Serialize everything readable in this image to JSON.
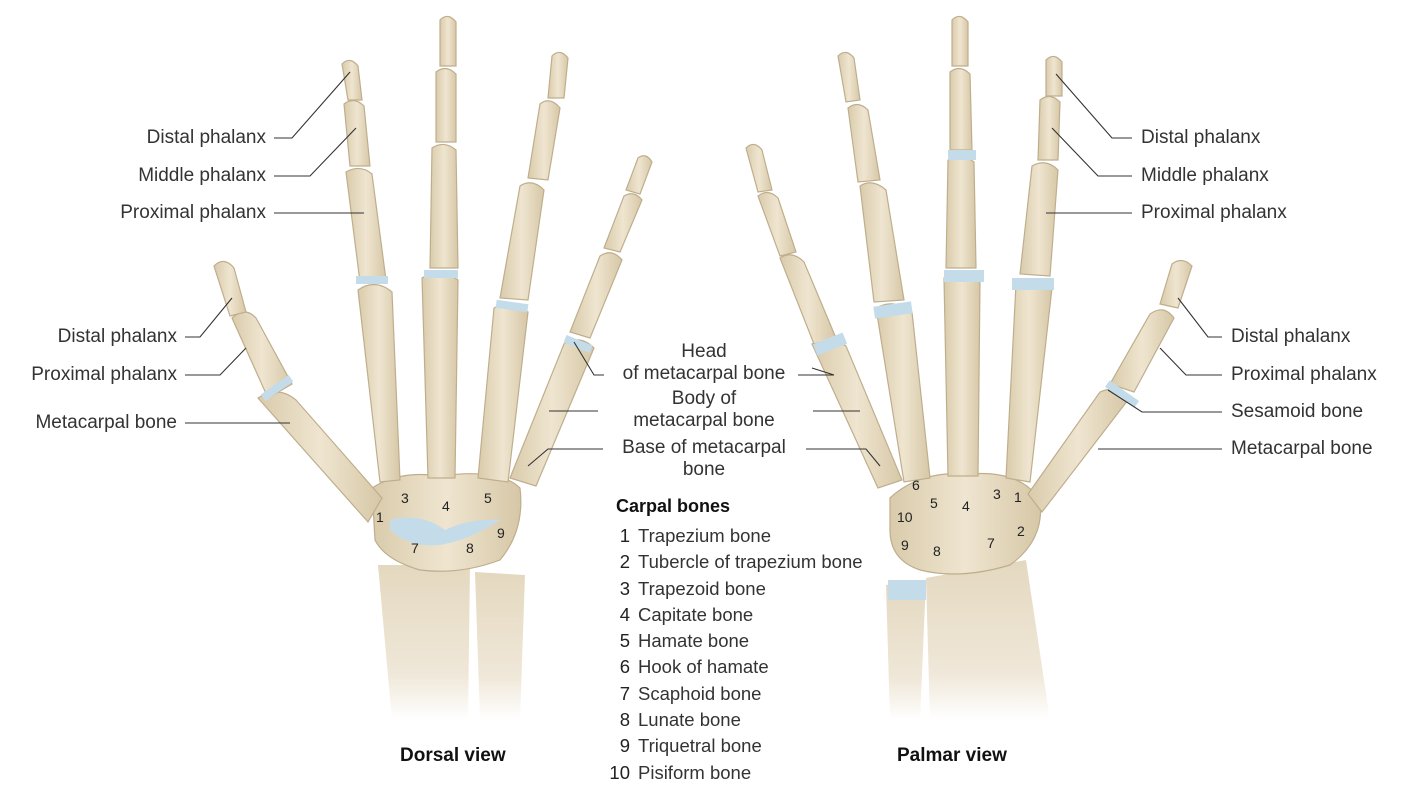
{
  "dorsal": {
    "title": "Dorsal view",
    "labels": {
      "finger_distal": "Distal phalanx",
      "finger_middle": "Middle phalanx",
      "finger_proximal": "Proximal phalanx",
      "thumb_distal": "Distal phalanx",
      "thumb_proximal": "Proximal phalanx",
      "metacarpal": "Metacarpal bone"
    }
  },
  "palmar": {
    "title": "Palmar view",
    "labels": {
      "finger_distal": "Distal phalanx",
      "finger_middle": "Middle phalanx",
      "finger_proximal": "Proximal phalanx",
      "thumb_distal": "Distal phalanx",
      "thumb_proximal": "Proximal phalanx",
      "sesamoid": "Sesamoid bone",
      "metacarpal": "Metacarpal bone"
    }
  },
  "center": {
    "head_line1": "Head",
    "head_line2": "of metacarpal bone",
    "body_line1": "Body of",
    "body_line2": "metacarpal bone",
    "base_line1": "Base of metacarpal",
    "base_line2": "bone"
  },
  "carpal": {
    "title": "Carpal bones",
    "items": [
      {
        "num": "1",
        "name": "Trapezium bone"
      },
      {
        "num": "2",
        "name": "Tubercle of trapezium bone"
      },
      {
        "num": "3",
        "name": "Trapezoid bone"
      },
      {
        "num": "4",
        "name": "Capitate bone"
      },
      {
        "num": "5",
        "name": "Hamate bone"
      },
      {
        "num": "6",
        "name": "Hook of hamate"
      },
      {
        "num": "7",
        "name": "Scaphoid bone"
      },
      {
        "num": "8",
        "name": "Lunate bone"
      },
      {
        "num": "9",
        "name": "Triquetral bone"
      },
      {
        "num": "10",
        "name": "Pisiform bone"
      }
    ]
  },
  "dorsal_numbers": [
    "1",
    "3",
    "4",
    "5",
    "7",
    "8",
    "9"
  ],
  "palmar_numbers": [
    "6",
    "5",
    "4",
    "3",
    "1",
    "10",
    "2",
    "9",
    "8",
    "7"
  ],
  "colors": {
    "bone": "#e8dcc3",
    "bone_shadow": "#cdbd9d",
    "cartilage": "#bcd6e8",
    "line": "#333333"
  }
}
